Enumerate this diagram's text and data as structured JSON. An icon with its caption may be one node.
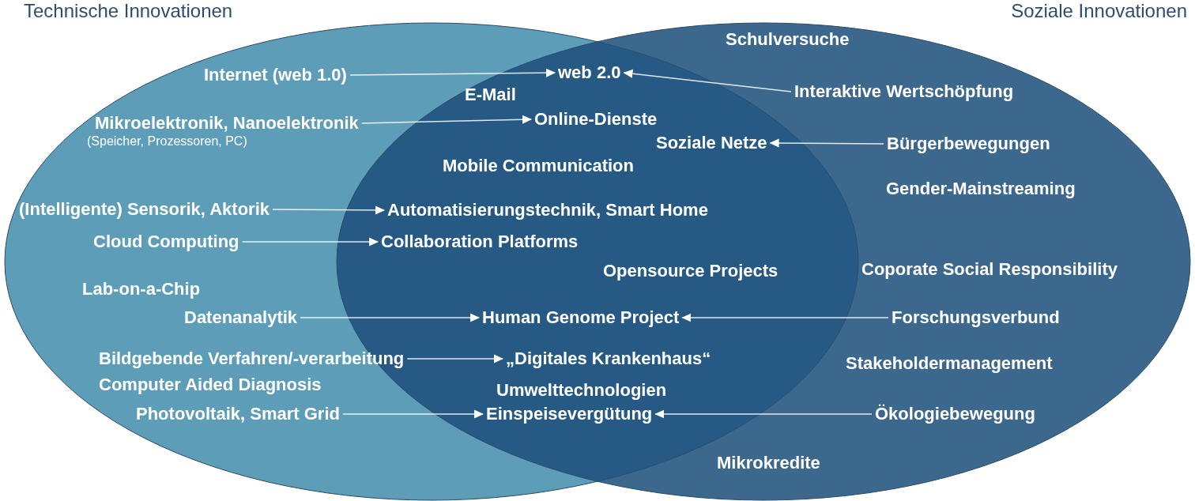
{
  "diagram": {
    "nodes": [
      {
        "text": [
          "Technische Innovationen"
        ]
      },
      {
        "text": [
          "Soziale Innovationen"
        ]
      },
      {
        "text": [
          "Internet (web 1.0)"
        ],
        "in": 0
      },
      {
        "text": [
          "Mikroelektronik, Nanoelektronik",
          "(Speicher, Prozessoren, PC)"
        ],
        "in": 0
      },
      {
        "text": [
          "(Intelligente) Sensorik, Aktorik"
        ],
        "in": 0
      },
      {
        "text": [
          "Cloud Computing"
        ],
        "in": 0
      },
      {
        "text": [
          "Lab-on-a-Chip"
        ],
        "in": 0
      },
      {
        "text": [
          "Datenanalytik"
        ],
        "in": 0
      },
      {
        "text": [
          "Bildgebende Verfahren/-verarbeitung"
        ],
        "in": 0
      },
      {
        "text": [
          "Computer Aided Diagnosis"
        ],
        "in": 0
      },
      {
        "text": [
          "Photovoltaik, Smart Grid"
        ],
        "in": 0
      },
      {
        "text": [
          "web 2.0"
        ]
      },
      {
        "text": [
          "E-Mail"
        ]
      },
      {
        "text": [
          "Online-Dienste"
        ]
      },
      {
        "text": [
          "Soziale Netze"
        ]
      },
      {
        "text": [
          "Mobile Communication"
        ]
      },
      {
        "text": [
          "Automatisierungstechnik, Smart Home"
        ]
      },
      {
        "text": [
          "Collaboration Platforms"
        ]
      },
      {
        "text": [
          "Opensource Projects"
        ]
      },
      {
        "text": [
          "Human Genome Project"
        ]
      },
      {
        "text": [
          "„Digitales Krankenhaus“"
        ]
      },
      {
        "text": [
          "Umwelttechnologien"
        ]
      },
      {
        "text": [
          "Einspeisevergütung"
        ]
      },
      {
        "text": [
          "Schulversuche"
        ],
        "in": 1
      },
      {
        "text": [
          "Interaktive Wertschöpfung"
        ],
        "in": 1
      },
      {
        "text": [
          "Bürgerbewegungen"
        ],
        "in": 1
      },
      {
        "text": [
          "Gender-Mainstreaming"
        ],
        "in": 1
      },
      {
        "text": [
          "Coporate Social Responsibility"
        ],
        "in": 1
      },
      {
        "text": [
          "Forschungsverbund"
        ],
        "in": 1
      },
      {
        "text": [
          "Stakeholdermanagement"
        ],
        "in": 1
      },
      {
        "text": [
          "Ökologiebewegung"
        ],
        "in": 1
      },
      {
        "text": [
          "Mikrokredite"
        ],
        "in": 1
      }
    ],
    "edges": [
      {
        "from": 2,
        "to": 11,
        "arrow": "to"
      },
      {
        "from": 24,
        "to": 11,
        "arrow": "to"
      },
      {
        "from": 3,
        "to": 13,
        "arrow": "to"
      },
      {
        "from": 25,
        "to": 14,
        "arrow": "to"
      },
      {
        "from": 4,
        "to": 16,
        "arrow": "to"
      },
      {
        "from": 5,
        "to": 17,
        "arrow": "to"
      },
      {
        "from": 7,
        "to": 19,
        "arrow": "to"
      },
      {
        "from": 28,
        "to": 19,
        "arrow": "to"
      },
      {
        "from": 8,
        "to": 20,
        "arrow": "to"
      },
      {
        "from": 10,
        "to": 22,
        "arrow": "to"
      },
      {
        "from": 30,
        "to": 22,
        "arrow": "to"
      }
    ]
  }
}
